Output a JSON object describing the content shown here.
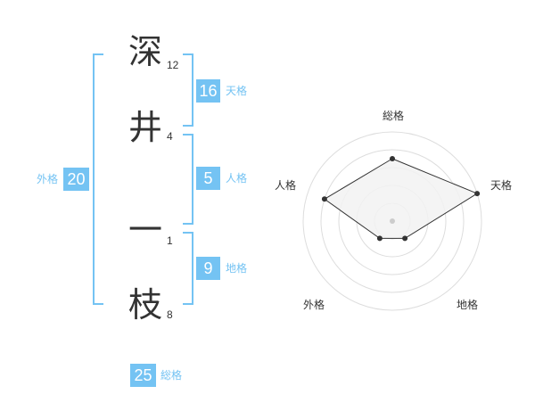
{
  "name": {
    "chars": [
      {
        "char": "深",
        "strokes": "12"
      },
      {
        "char": "井",
        "strokes": "4"
      },
      {
        "char": "一",
        "strokes": "1"
      },
      {
        "char": "枝",
        "strokes": "8"
      }
    ]
  },
  "kaku": {
    "tenkaku": {
      "label": "天格",
      "value": "16"
    },
    "jinkaku": {
      "label": "人格",
      "value": "5"
    },
    "chikaku": {
      "label": "地格",
      "value": "9"
    },
    "gaikaku": {
      "label": "外格",
      "value": "20"
    },
    "soukaku": {
      "label": "総格",
      "value": "25"
    }
  },
  "colors": {
    "accent": "#74c3f3",
    "poly_fill": "#f2f2f2",
    "ring": "#dddddd"
  },
  "chart_data": {
    "type": "radar",
    "axes": [
      "総格",
      "天格",
      "地格",
      "外格",
      "人格"
    ],
    "levels": 5,
    "values": [
      3.5,
      5,
      1.2,
      1.2,
      4
    ]
  }
}
